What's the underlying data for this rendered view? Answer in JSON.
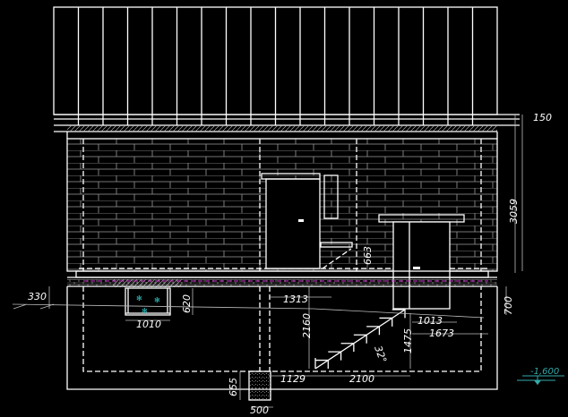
{
  "drawing": {
    "colors": {
      "lines": "#ffffff",
      "elevation_mark": "#33aaaa",
      "axis": "#cc33cc",
      "glass_marks": "#33cccc"
    },
    "dimensions": {
      "roof_edge": "150",
      "wall_height": "3059",
      "plinth": "700",
      "ground_left": "330",
      "pit_depth": "620",
      "pit_width": "1010",
      "offset_1313": "1313",
      "stair_height": "2160",
      "step_663": "663",
      "landing_1013": "1013",
      "landing_1673": "1673",
      "rise_1475": "1475",
      "angle": "32°",
      "stair_run": "2100",
      "offset_1129": "1129",
      "footing_height": "655",
      "footing_width": "500"
    },
    "elevation_mark": "-1,600"
  }
}
